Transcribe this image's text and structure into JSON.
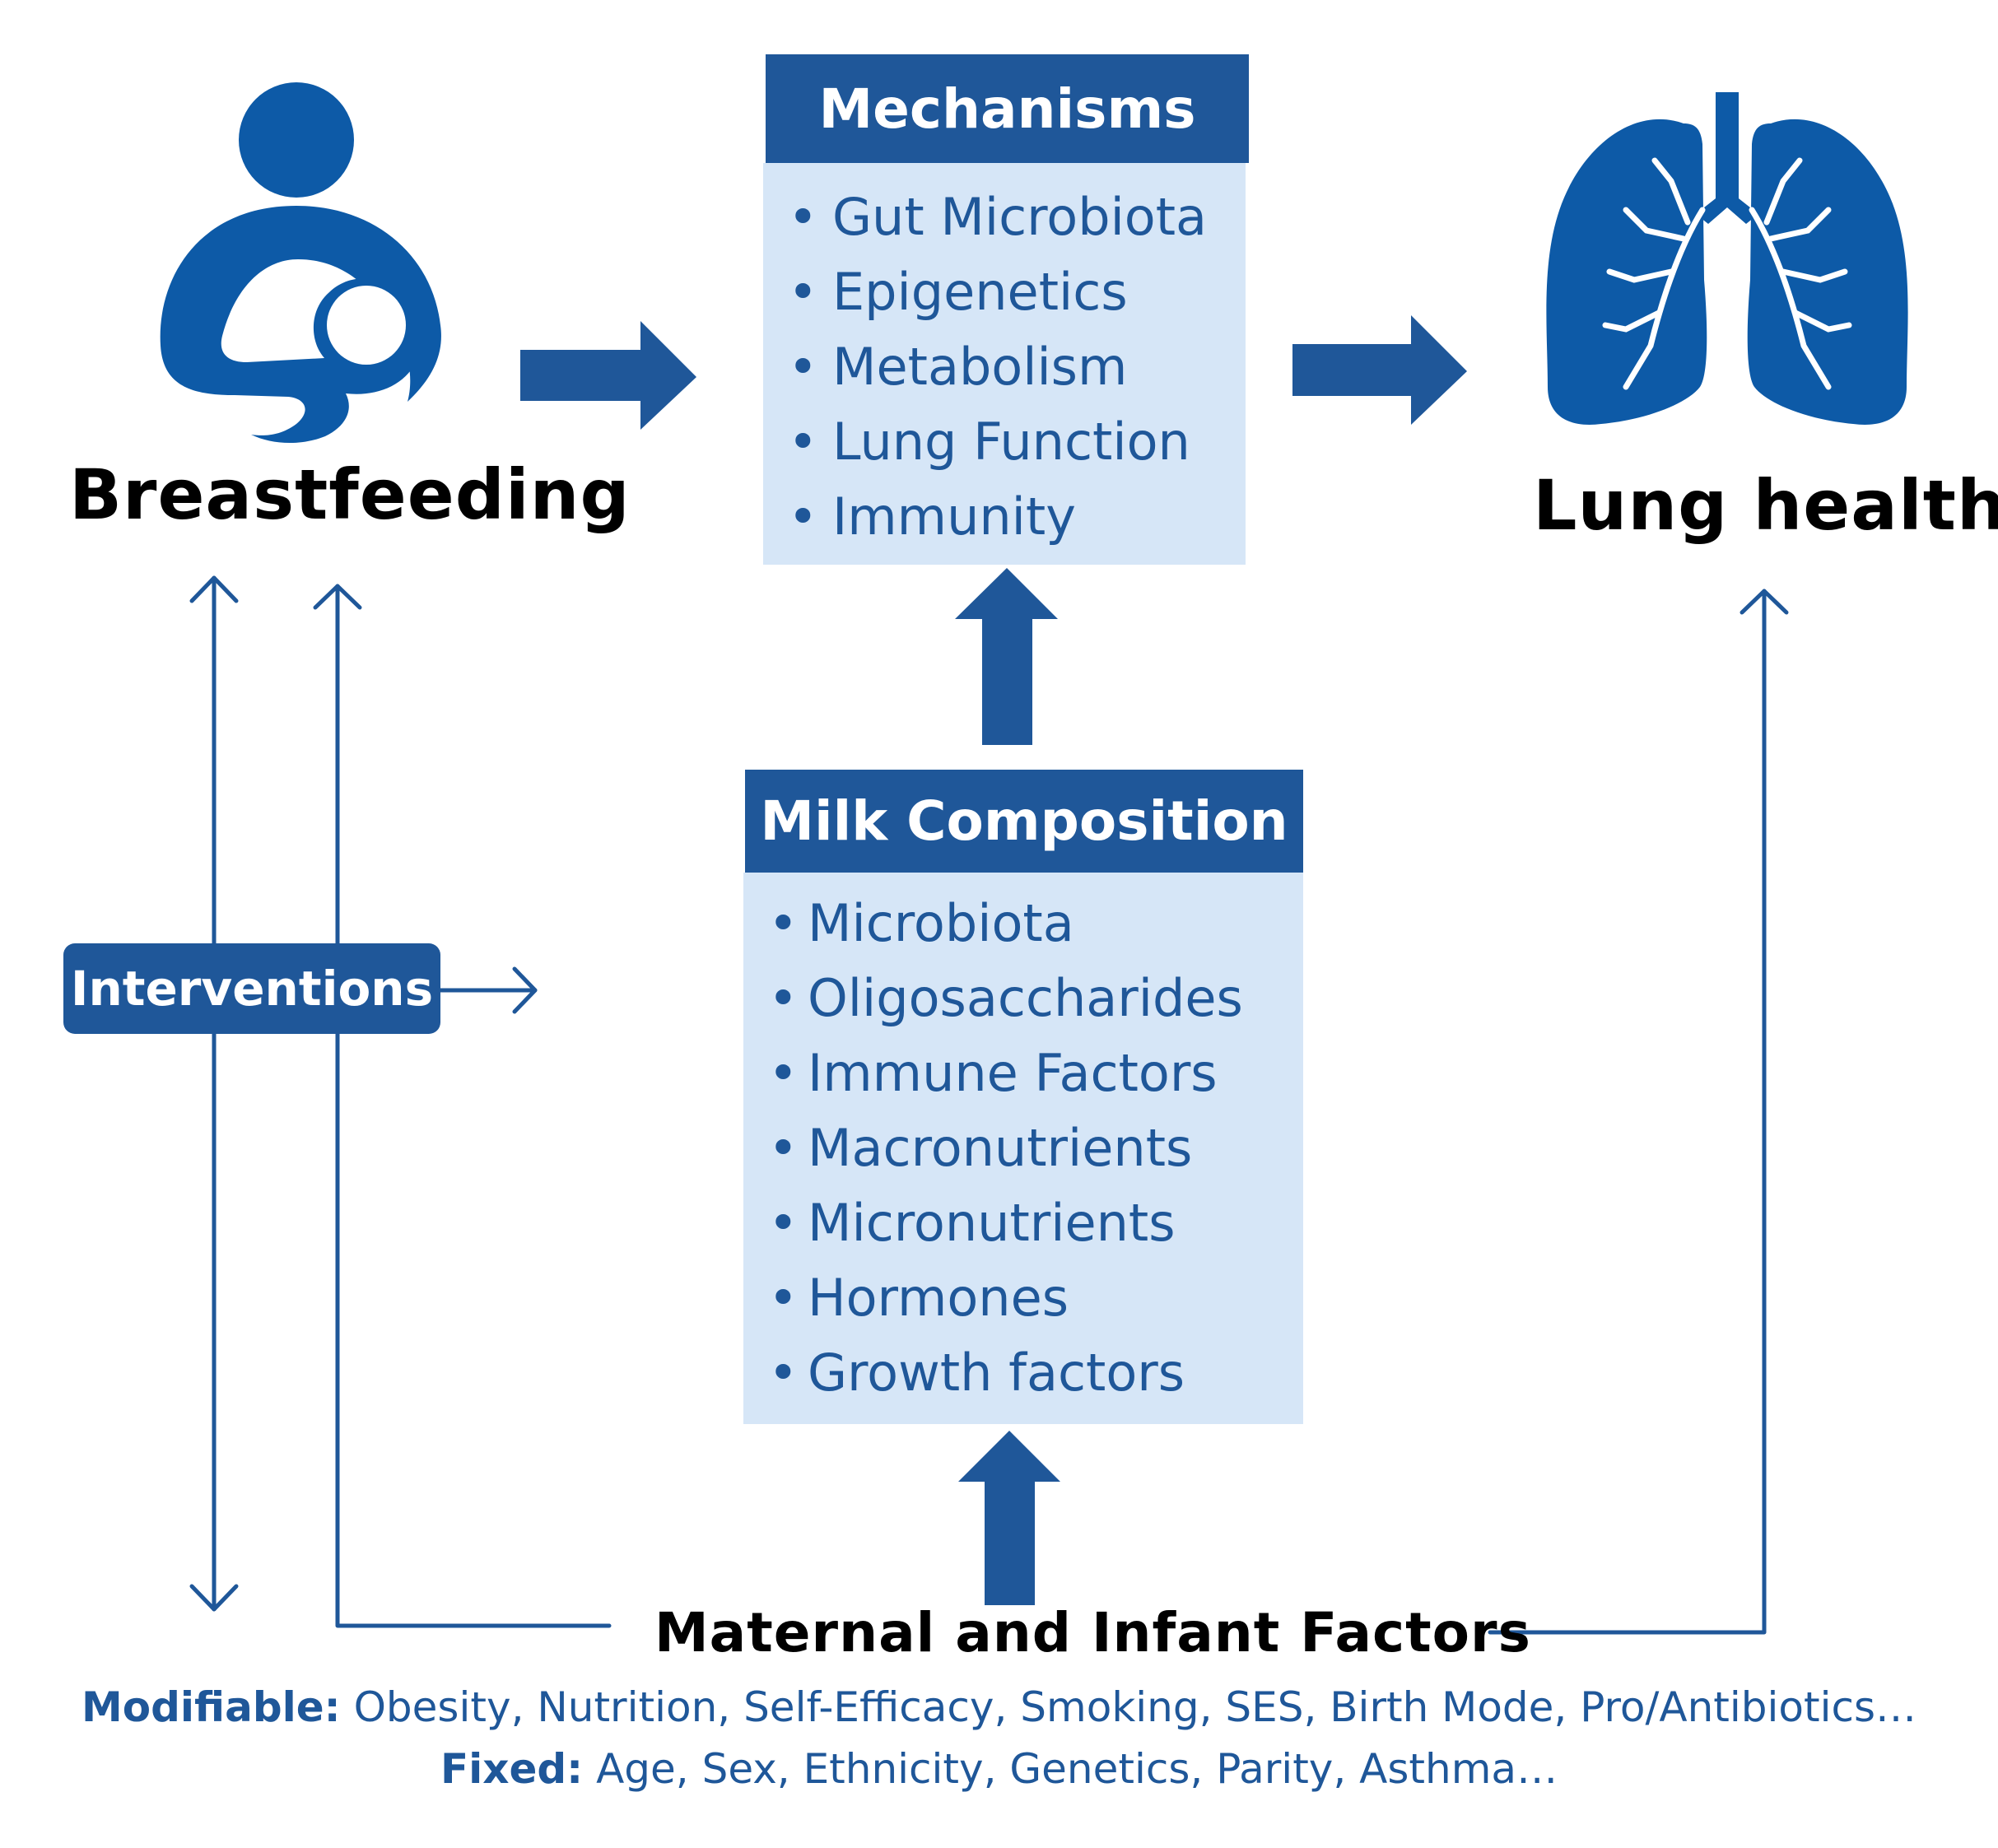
{
  "breastfeeding": {
    "label": "Breastfeeding"
  },
  "lung_health": {
    "label": "Lung health"
  },
  "mechanisms": {
    "title": "Mechanisms",
    "items": [
      "Gut Microbiota",
      "Epigenetics",
      "Metabolism",
      "Lung Function",
      "Immunity"
    ]
  },
  "milk_composition": {
    "title": "Milk Composition",
    "items": [
      "Microbiota",
      "Oligosaccharides",
      "Immune Factors",
      "Macronutrients",
      "Micronutrients",
      "Hormones",
      "Growth factors"
    ]
  },
  "interventions": {
    "label": "Interventions"
  },
  "factors": {
    "title": "Maternal and Infant Factors",
    "modifiable_label": "Modifiable:",
    "modifiable_text": "Obesity, Nutrition, Self-Efficacy, Smoking, SES, Birth Mode, Pro/Antibiotics…",
    "fixed_label": "Fixed:",
    "fixed_text": "Age, Sex, Ethnicity, Genetics, Parity, Asthma…"
  },
  "colors": {
    "primary": "#1f5799",
    "icon": "#0d5aa7",
    "box_fill": "#d6e6f7",
    "text": "#000000"
  }
}
